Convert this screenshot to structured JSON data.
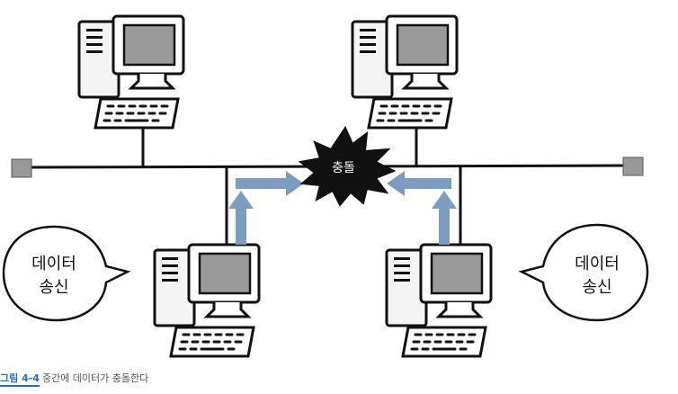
{
  "diagram": {
    "collision_label": "충돌",
    "left_bubble": {
      "line1": "데이터",
      "line2": "송신"
    },
    "right_bubble": {
      "line1": "데이터",
      "line2": "송신"
    }
  },
  "caption": {
    "figure_number": "그림 4-4",
    "text": "중간에 데이터가 충돌한다"
  },
  "colors": {
    "arrow": "#7d9dbf",
    "terminator": "#999999",
    "monitor": "#9a9a9a",
    "caption_accent": "#2a6fb5"
  }
}
